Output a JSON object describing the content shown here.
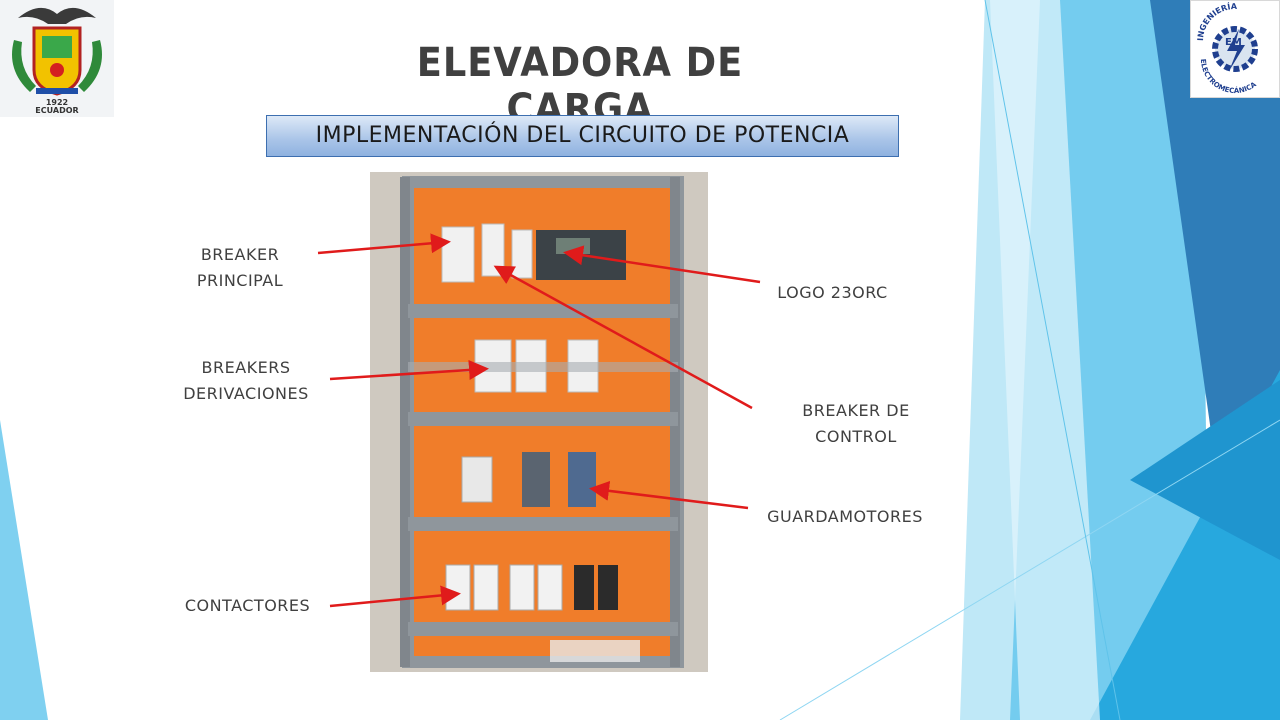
{
  "slide": {
    "title": "ELEVADORA DE CARGA",
    "subtitle": "IMPLEMENTACIÓN DEL CIRCUITO DE POTENCIA"
  },
  "logos": {
    "left": {
      "icon": "ecuador-coat-of-arms-logo",
      "text_year": "1922",
      "text_country": "ECUADOR"
    },
    "right": {
      "icon": "ingenieria-electromecanica-logo",
      "text_top": "INGENIERÍA",
      "text_bottom": "ELECTROMECÁNICA",
      "letters": "EM"
    }
  },
  "labels": {
    "breaker_principal_1": "BREAKER",
    "breaker_principal_2": "PRINCIPAL",
    "breakers_derivaciones_1": "BREAKERS",
    "breakers_derivaciones_2": "DERIVACIONES",
    "contactores": "CONTACTORES",
    "logo_230rc": "LOGO 23ORC",
    "breaker_control_1": "BREAKER DE",
    "breaker_control_2": "CONTROL",
    "guardamotores": "GUARDAMOTORES"
  },
  "colors": {
    "title": "#404040",
    "arrow": "#e01b1b",
    "panel_orange": "#f07d2a",
    "panel_frame": "#8f969c",
    "deco_blue_dark": "#1f6ea6",
    "deco_blue_mid": "#2aa6dc",
    "deco_blue_light": "#8fd6f2"
  }
}
